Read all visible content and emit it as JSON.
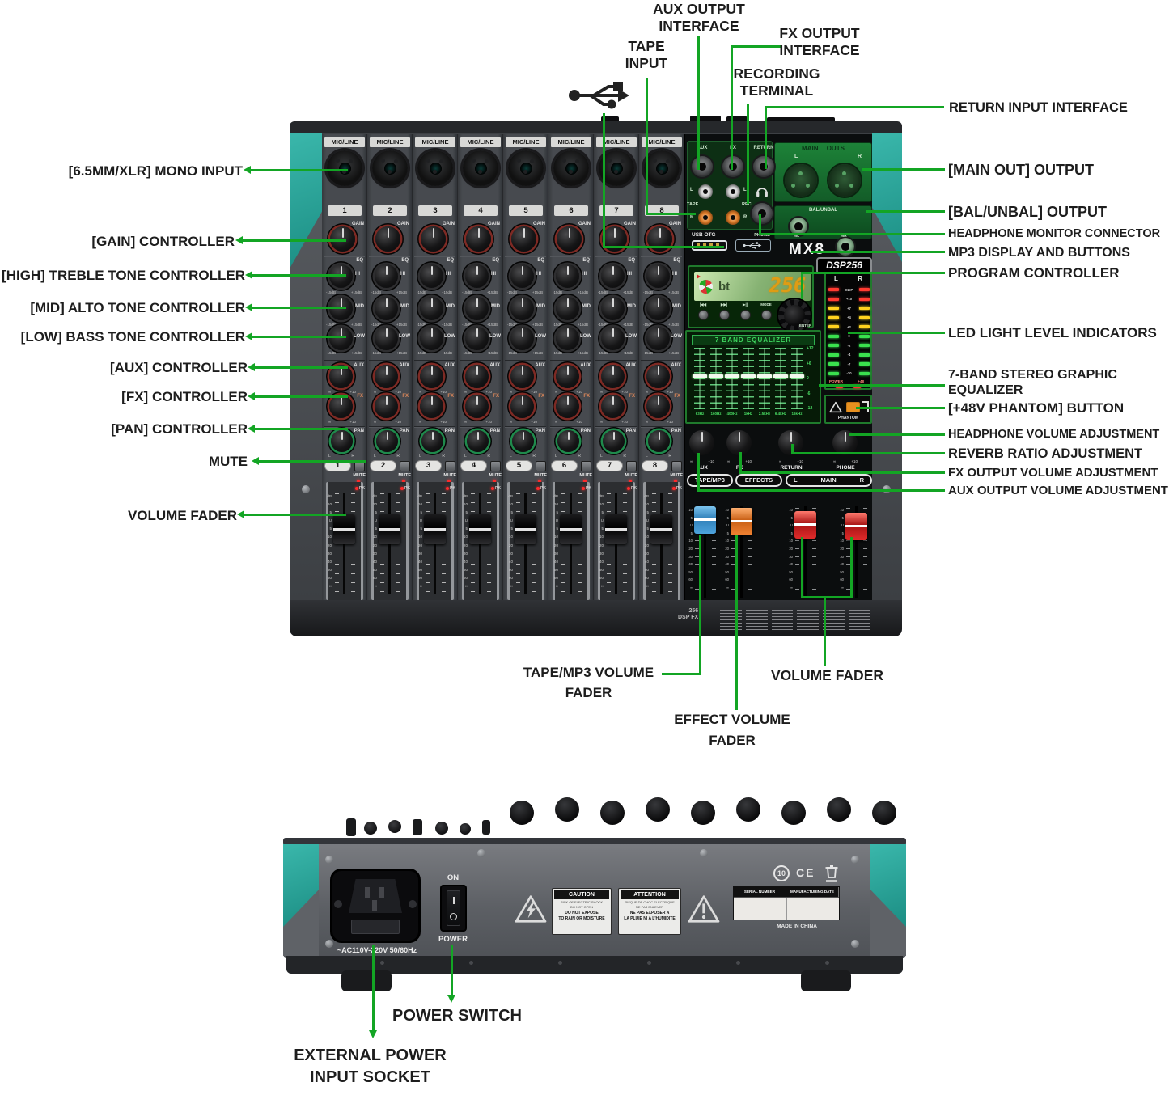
{
  "product": {
    "model": "MX8",
    "dsp_badge": "DSP256"
  },
  "colors": {
    "annotation_green": "#13a524",
    "teal_accent": "#2ba89d",
    "eq_green": "#3fd45f",
    "phantom_orange": "#e8901f",
    "tape_fader_blue": "#4da3dd",
    "effect_fader_orange": "#f08233",
    "main_fader_red": "#e02b2b"
  },
  "callouts": {
    "left": {
      "mono_input": "[6.5MM/XLR] MONO INPUT",
      "gain": "[GAIN] CONTROLLER",
      "high": "[HIGH] TREBLE TONE CONTROLLER",
      "mid": "[MID] ALTO TONE CONTROLLER",
      "low": "[LOW] BASS TONE CONTROLLER",
      "aux": "[AUX] CONTROLLER",
      "fx": "[FX] CONTROLLER",
      "pan": "[PAN] CONTROLLER",
      "mute": "MUTE",
      "volume_fader": "VOLUME FADER"
    },
    "top": {
      "aux_output": "AUX OUTPUT INTERFACE",
      "tape_input": "TAPE INPUT",
      "fx_output": "FX OUTPUT INTERFACE",
      "recording": "RECORDING TERMINAL",
      "return_input": "RETURN INPUT INTERFACE"
    },
    "right": {
      "main_out": "[MAIN OUT] OUTPUT",
      "bal_unbal": "[BAL/UNBAL] OUTPUT",
      "headphone_monitor": "HEADPHONE MONITOR CONNECTOR",
      "mp3_display": "MP3 DISPLAY AND BUTTONS",
      "program": "PROGRAM CONTROLLER",
      "led_indicators": "LED LIGHT LEVEL INDICATORS",
      "seven_band": "7-BAND STEREO GRAPHIC EQUALIZER",
      "phantom": "[+48V PHANTOM] BUTTON",
      "headphone_volume": "HEADPHONE VOLUME ADJUSTMENT",
      "reverb_ratio": "REVERB RATIO ADJUSTMENT",
      "fx_volume": "FX OUTPUT VOLUME ADJUSTMENT",
      "aux_volume": "AUX OUTPUT VOLUME ADJUSTMENT"
    },
    "bottom": {
      "tape_fader": "TAPE/MP3 VOLUME FADER",
      "effect_fader": "EFFECT VOLUME FADER",
      "volume_fader": "VOLUME FADER",
      "power_switch": "POWER SWITCH",
      "ext_power": "EXTERNAL POWER INPUT SOCKET"
    }
  },
  "front": {
    "channel_label": "MIC/LINE",
    "channels": [
      "1",
      "2",
      "3",
      "4",
      "5",
      "6",
      "7",
      "8"
    ],
    "strip": {
      "gain": "GAIN",
      "eq": "EQ",
      "hi": "HI",
      "mid": "MID",
      "low": "LOW",
      "aux": "AUX",
      "fx": "FX",
      "pan": "PAN",
      "pan_l": "L",
      "pan_r": "R",
      "mute": "MUTE",
      "pk": "PK",
      "eq_min": "-15dB",
      "eq_max": "+15dB",
      "send_min": "∞",
      "send_max": "+10"
    },
    "fader_scale": "dB\n10\n5\nU\n5\n10\n20\n30\n40\n50\n60\n∞"
  },
  "master": {
    "jacks": [
      "AUX",
      "FX",
      "RETURN"
    ],
    "main_outs": {
      "title": "MAIN OUTS",
      "l": "L",
      "r": "R"
    },
    "bal": {
      "title": "BAL/UNBAL",
      "ml": "ML",
      "mr": "MR"
    },
    "tape_rec": {
      "tape": "TAPE",
      "rec": "REC",
      "l": "L",
      "r": "R"
    },
    "phone": "PHONE",
    "usb_otg": "USB OTG",
    "display": {
      "mode_text": "bt",
      "value": "256"
    },
    "buttons": [
      "|◀◀",
      "▶▶|",
      "▶||",
      "MODE"
    ],
    "enter": "ENTER",
    "eq": {
      "title": "7 BAND EQUALIZER",
      "freqs": [
        "63Hz",
        "160Hz",
        "400Hz",
        "1kHz",
        "2.5kHz",
        "6.4kHz",
        "16kHz"
      ],
      "scale": [
        "+12",
        "+6",
        "0",
        "-6",
        "-12"
      ]
    },
    "meter": {
      "l": "L",
      "r": "R",
      "rows": [
        "CLIP",
        "+10",
        "+7",
        "+4",
        "+2",
        "0",
        "-2",
        "-4",
        "-7",
        "-10"
      ],
      "power": "POWER",
      "p48": "+48"
    },
    "phantom": "PHANTOM",
    "knob_labels": [
      "AUX",
      "FX",
      "RETURN",
      "PHONE"
    ],
    "knob_min": "∞",
    "knob_max": "+10",
    "groups": {
      "tape": "TAPE/MP3",
      "effects": "EFFECTS",
      "main_l": "L",
      "main": "MAIN",
      "main_r": "R"
    },
    "legend": "256\nDSP FX",
    "fader_scale": "10\n5\nU\n5\n10\n20\n30\n40\n50\n60\n∞"
  },
  "rear": {
    "ac": "~AC110V-220V 50/60Hz",
    "on": "ON",
    "power": "POWER",
    "caution": {
      "title": "CAUTION",
      "small1": "RISK OF ELECTRIC SHOCK",
      "small2": "DO NOT OPEN",
      "bold1": "DO NOT EXPOSE",
      "bold2": "TO RAIN OR MOISTURE"
    },
    "attention": {
      "title": "ATTENTION",
      "small1": "RISQUE DE CHOC ELECTRIQUE",
      "small2": "NE PAS ENLEVER",
      "bold1": "NE PAS EXPOSER A",
      "bold2": "LA PLUIE NI A L'HUMIDITE"
    },
    "serial": "SERIAL NUMBER",
    "mfg_date": "MANUFACTURING DATE",
    "made_in": "MADE IN CHINA",
    "ce": "CE",
    "rohs10": "10"
  }
}
